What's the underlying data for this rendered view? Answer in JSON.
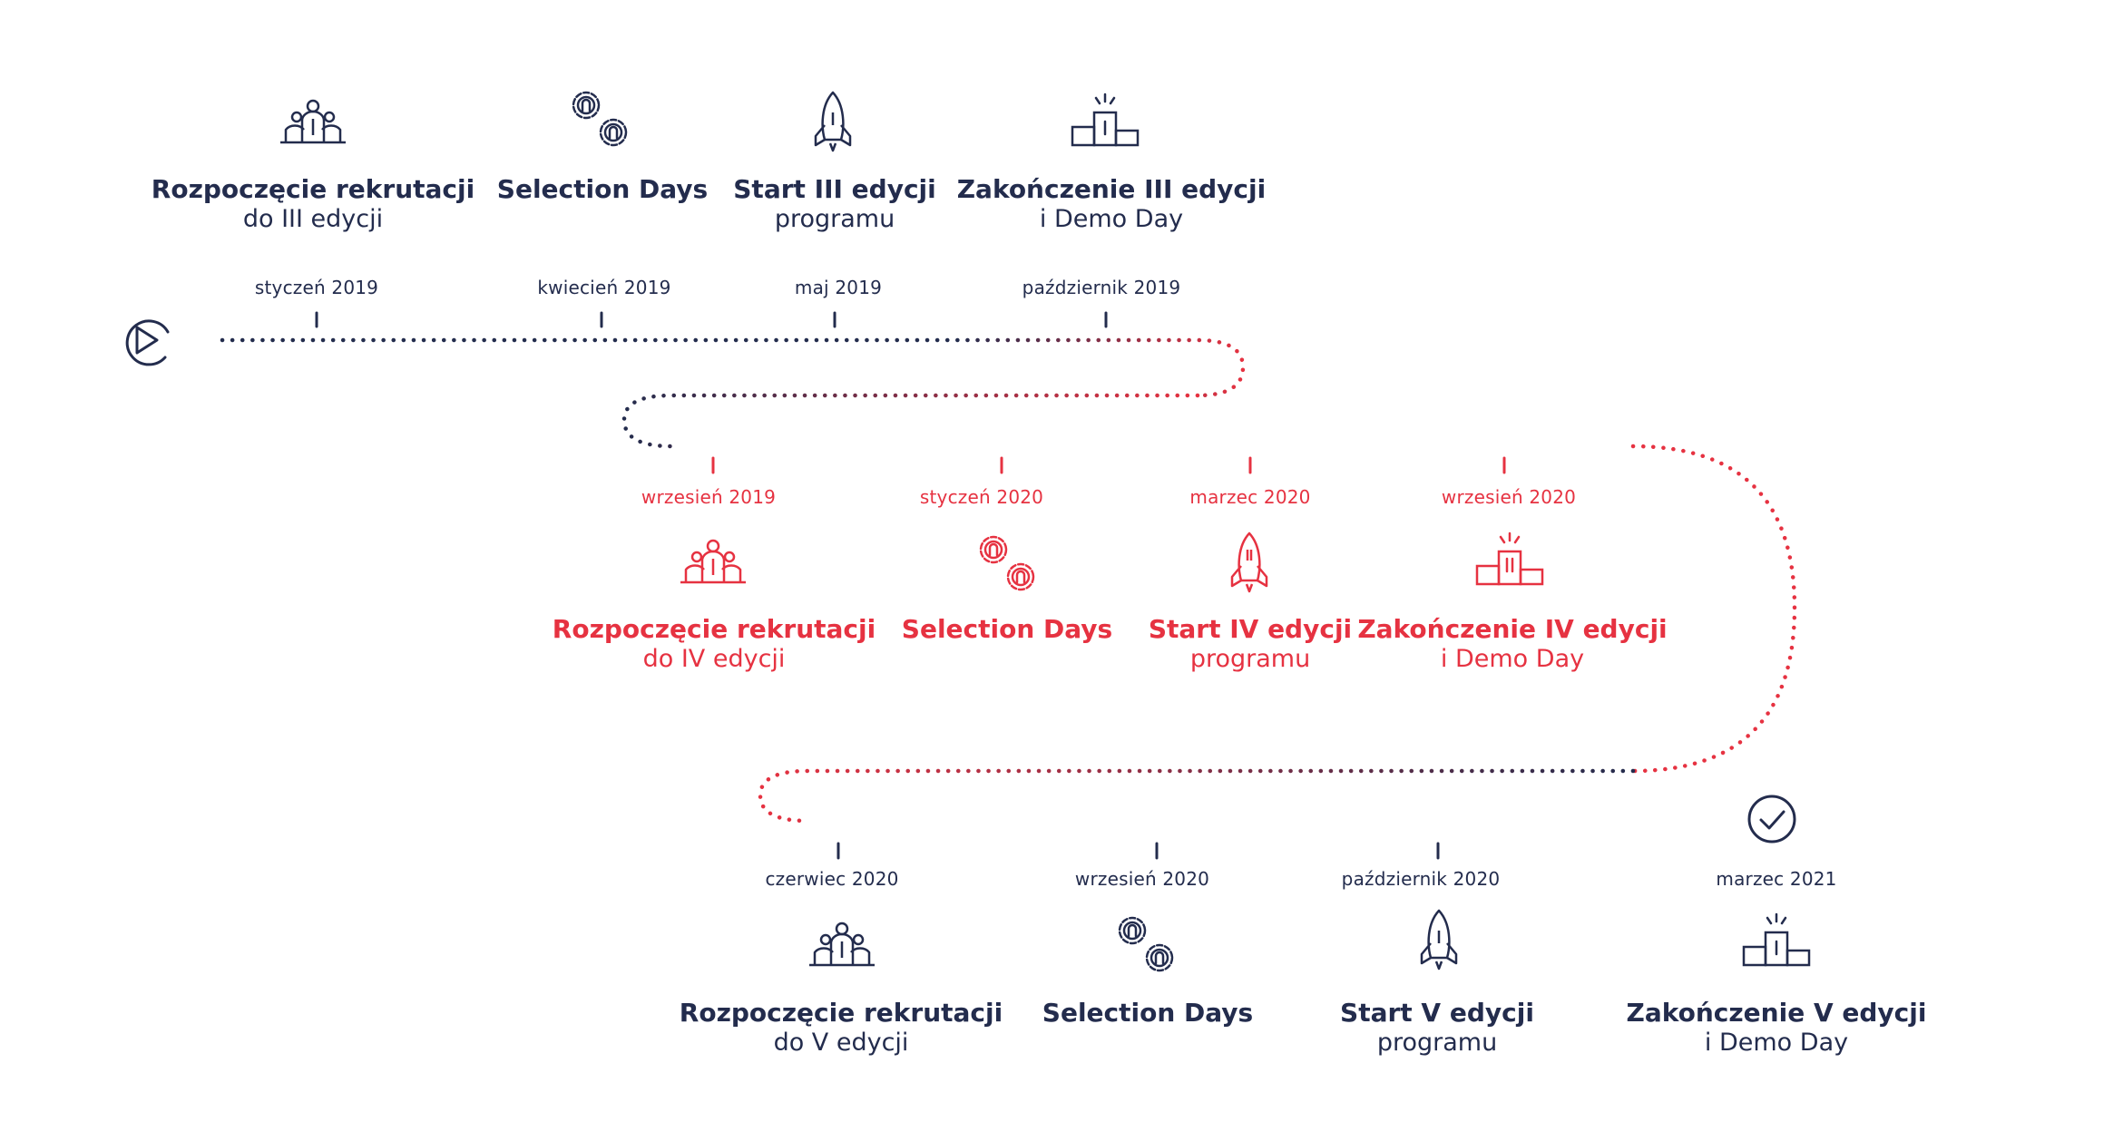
{
  "colors": {
    "navy": "#232c4d",
    "red": "#e63241"
  },
  "row1": [
    {
      "date": "styczeń 2019",
      "title": "Rozpoczęcie rekrutacji",
      "sub": "do III edycji",
      "icon": "team-icon"
    },
    {
      "date": "kwiecień 2019",
      "title": "Selection Days",
      "sub": "",
      "icon": "gears-icon"
    },
    {
      "date": "maj 2019",
      "title": "Start III edycji",
      "sub": "programu",
      "icon": "rocket-icon"
    },
    {
      "date": "październik 2019",
      "title": "Zakończenie  III edycji",
      "sub": "i  Demo Day",
      "icon": "podium-icon"
    }
  ],
  "row2": [
    {
      "date": "wrzesień  2019",
      "title": "Rozpoczęcie rekrutacji",
      "sub": "do IV edycji",
      "icon": "team-icon"
    },
    {
      "date": "styczeń  2020",
      "title": "Selection Days",
      "sub": "",
      "icon": "gears-icon"
    },
    {
      "date": "marzec 2020",
      "title": "Start  IV edycji",
      "sub": "programu",
      "icon": "rocket-icon"
    },
    {
      "date": "wrzesień 2020",
      "title": "Zakończenie  IV edycji",
      "sub": "i  Demo Day",
      "icon": "podium-icon"
    }
  ],
  "row3": [
    {
      "date": "czerwiec  2020",
      "title": "Rozpoczęcie rekrutacji",
      "sub": "do V edycji",
      "icon": "team-icon"
    },
    {
      "date": "wrzesień  2020",
      "title": "Selection Days",
      "sub": "",
      "icon": "gears-icon"
    },
    {
      "date": "październik  2020",
      "title": "Start V edycji",
      "sub": "programu",
      "icon": "rocket-icon"
    },
    {
      "date": "marzec  2021",
      "title": "Zakończenie V edycji",
      "sub": "i Demo Day",
      "icon": "podium-icon"
    }
  ],
  "start_icon": "play-icon",
  "end_icon": "check-circle-icon"
}
